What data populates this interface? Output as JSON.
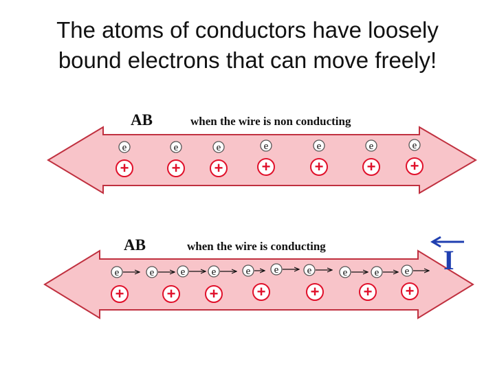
{
  "title": {
    "line1": "The atoms of conductors have loosely",
    "line2": "bound electrons that can move freely!"
  },
  "panels": [
    {
      "label": "AB",
      "caption": "when the wire is non conducting",
      "electron_symbol": "e",
      "ion_symbol": "+",
      "electron_arrows": false,
      "electron_count": 7,
      "ion_count": 7
    },
    {
      "label": "AB",
      "caption": "when the wire is conducting",
      "electron_symbol": "e",
      "ion_symbol": "+",
      "electron_arrows": true,
      "electron_count": 10,
      "ion_count": 7,
      "current_symbol": "I"
    }
  ],
  "colors": {
    "wire_fill": "#f8c4c9",
    "wire_stroke": "#c0303f",
    "ion_ring": "#e0102a",
    "current": "#1f3fb0"
  }
}
